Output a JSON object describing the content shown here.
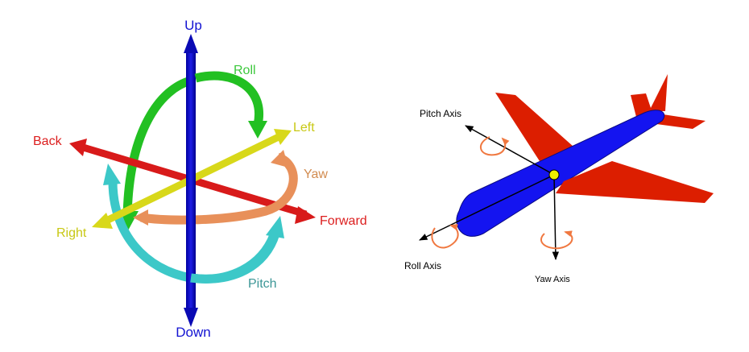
{
  "left_diagram": {
    "labels": {
      "up": "Up",
      "down": "Down",
      "left": "Left",
      "right": "Right",
      "back": "Back",
      "forward": "Forward",
      "roll": "Roll",
      "pitch": "Pitch",
      "yaw": "Yaw"
    },
    "colors": {
      "up_down_axis": "#0a0ab4",
      "back_forward_axis": "#d81a1a",
      "left_right_axis": "#d8d81a",
      "roll_arc": "#2ed02e",
      "pitch_arc": "#3cc8c8",
      "yaw_arc": "#e8905a",
      "up_down_text": "#1414d2",
      "back_forward_text": "#dc1e1e",
      "left_right_text": "#c8c814",
      "roll_text": "#3cc83c",
      "pitch_text": "#3c9696",
      "yaw_text": "#d28c50"
    }
  },
  "right_diagram": {
    "labels": {
      "pitch_axis": "Pitch Axis",
      "roll_axis": "Roll Axis",
      "yaw_axis": "Yaw Axis"
    },
    "colors": {
      "fuselage": "#1414f0",
      "wings": "#dc1e00",
      "center_point": "#f0f000",
      "rotation_arrows": "#f07840",
      "axis_lines": "#000000"
    }
  }
}
